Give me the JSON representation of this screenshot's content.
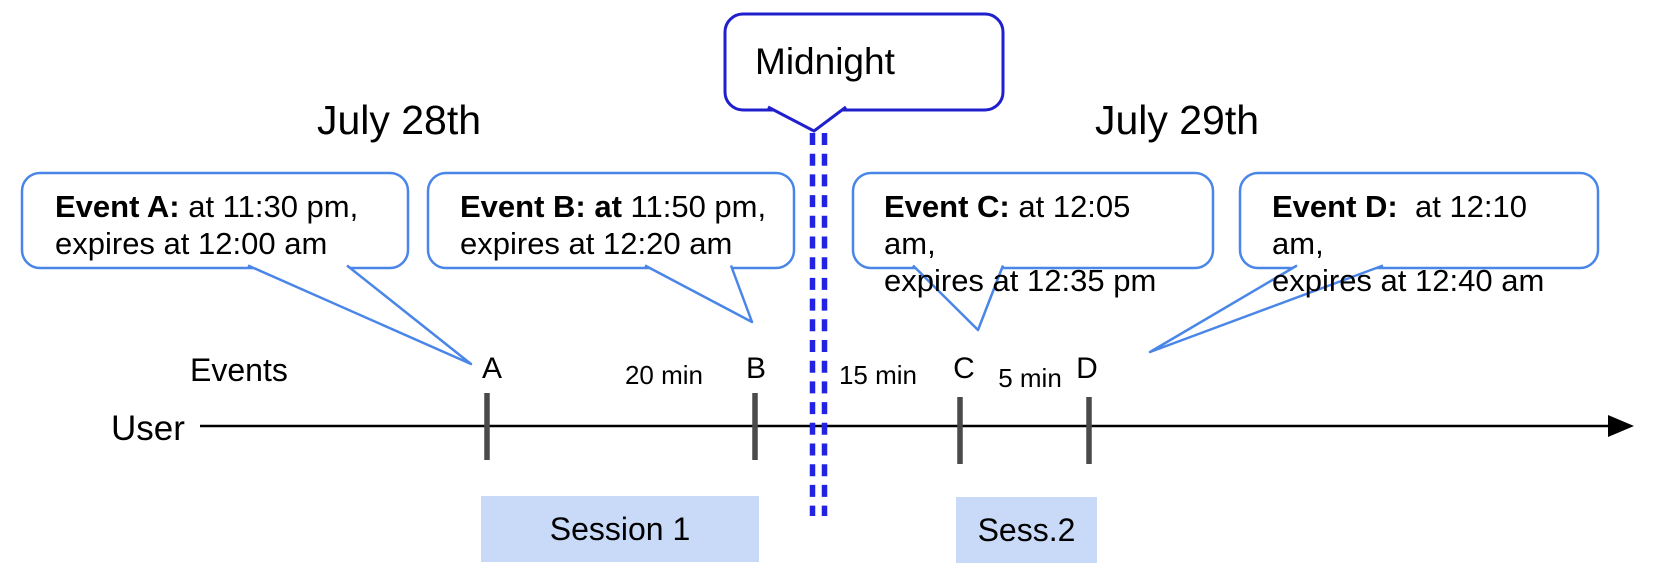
{
  "dates": {
    "left": "July 28th",
    "right": "July 29th"
  },
  "midnight": {
    "label": "Midnight"
  },
  "events": [
    {
      "bold": "Event A:",
      "rest": " at 11:30 pm,",
      "line2": "expires at 12:00 am"
    },
    {
      "bold": "Event B: at",
      "rest": " 11:50 pm,",
      "line2": "expires at 12:20 am"
    },
    {
      "bold": "Event C:",
      "rest": " at 12:05 am,",
      "line2": "expires at 12:35 pm"
    },
    {
      "bold": "Event D:",
      "rest": "  at 12:10 am,",
      "line2": "expires at 12:40 am"
    }
  ],
  "timeline": {
    "events_label": "Events",
    "user_label": "User",
    "tick_labels": [
      "A",
      "B",
      "C",
      "D"
    ],
    "interval_labels": [
      "20 min",
      "15 min",
      "5 min"
    ]
  },
  "sessions": [
    {
      "label": "Session 1"
    },
    {
      "label": "Sess.2"
    }
  ],
  "colors": {
    "event_callout_border": "#4a86e8",
    "midnight_callout_border": "#1f1fce",
    "midnight_dashed_line": "#2222e3",
    "session_fill": "#c9daf8",
    "tick": "#4a4a4a",
    "axis": "#000000",
    "text": "#000000"
  }
}
